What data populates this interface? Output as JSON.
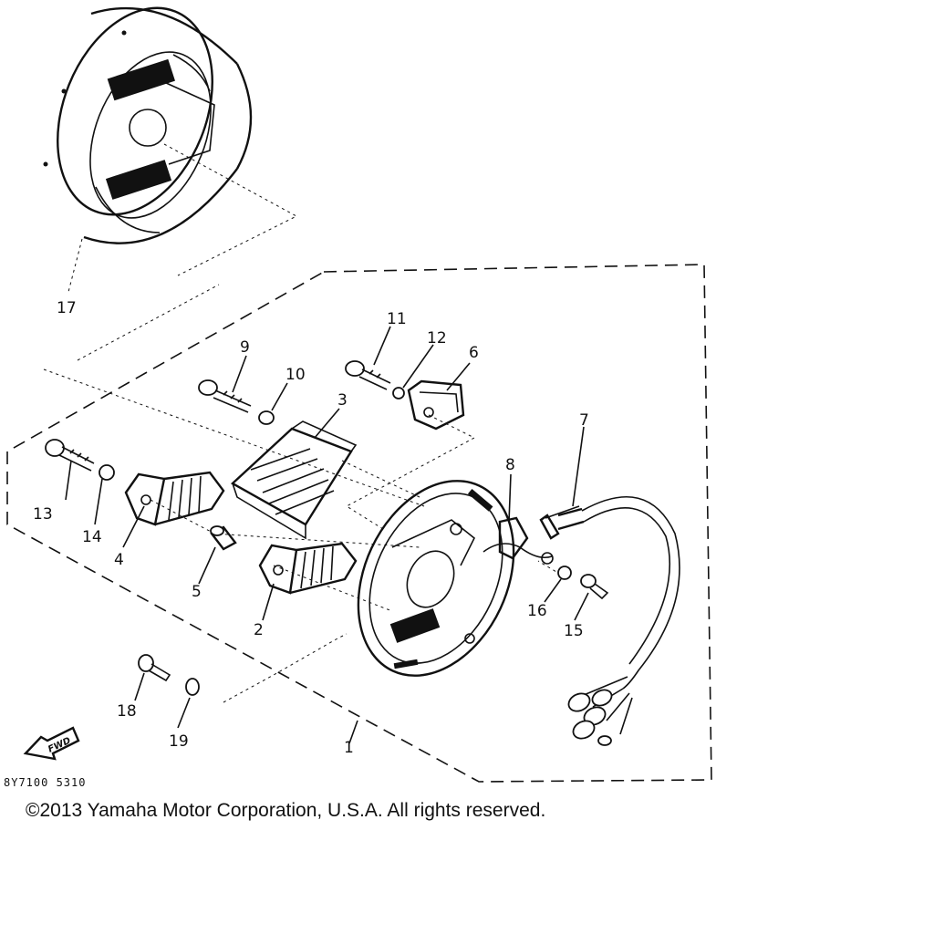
{
  "callouts": {
    "p1": "1",
    "p2": "2",
    "p3": "3",
    "p4": "4",
    "p5": "5",
    "p6": "6",
    "p7": "7",
    "p8": "8",
    "p9": "9",
    "p10": "10",
    "p11": "11",
    "p12": "12",
    "p13": "13",
    "p14": "14",
    "p15": "15",
    "p16": "16",
    "p17": "17",
    "p18": "18",
    "p19": "19"
  },
  "fwd_label": "FWD",
  "drawing_code": "8Y7100 5310",
  "copyright": "©2013 Yamaha Motor Corporation, U.S.A. All rights reserved."
}
